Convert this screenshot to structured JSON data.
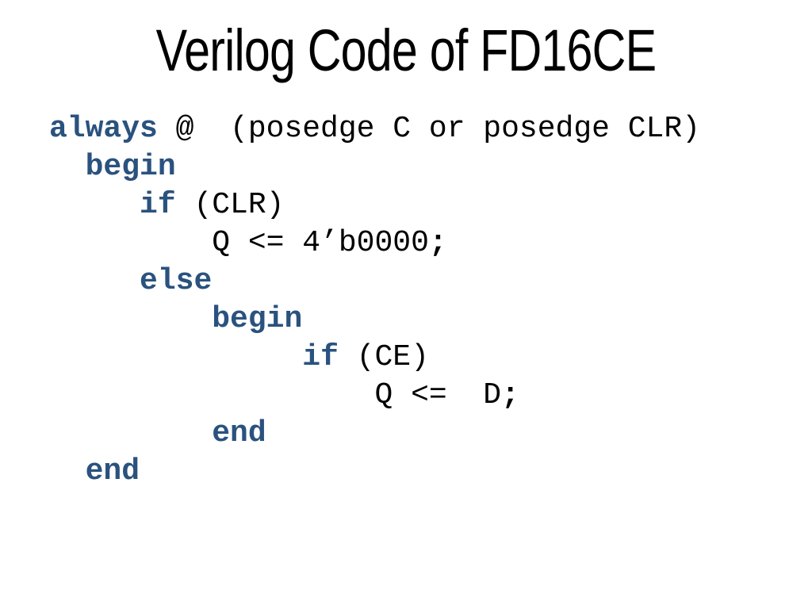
{
  "slide": {
    "title": "Verilog Code of FD16CE",
    "colors": {
      "background": "#FFFFFF",
      "title_text": "#000000",
      "code_text": "#000000",
      "keyword": "#2A527E"
    },
    "code_lines": [
      {
        "segments": [
          {
            "t": "always",
            "s": "keyword"
          },
          {
            "t": " @  (posedge C or posedge CLR)",
            "s": "plain"
          }
        ]
      },
      {
        "segments": [
          {
            "t": "  ",
            "s": "plain"
          },
          {
            "t": "begin",
            "s": "keyword"
          }
        ]
      },
      {
        "segments": [
          {
            "t": "     ",
            "s": "plain"
          },
          {
            "t": "if",
            "s": "keyword"
          },
          {
            "t": " (CLR)",
            "s": "plain"
          }
        ]
      },
      {
        "segments": [
          {
            "t": "         Q <= 4’b0000",
            "s": "plain"
          },
          {
            "t": ";",
            "s": "punct"
          }
        ]
      },
      {
        "segments": [
          {
            "t": "     ",
            "s": "plain"
          },
          {
            "t": "else",
            "s": "keyword"
          }
        ]
      },
      {
        "segments": [
          {
            "t": "         ",
            "s": "plain"
          },
          {
            "t": "begin",
            "s": "keyword"
          }
        ]
      },
      {
        "segments": [
          {
            "t": "              ",
            "s": "plain"
          },
          {
            "t": "if",
            "s": "keyword"
          },
          {
            "t": " (CE)",
            "s": "plain"
          }
        ]
      },
      {
        "segments": [
          {
            "t": "                  Q <=  D",
            "s": "plain"
          },
          {
            "t": ";",
            "s": "punct"
          }
        ]
      },
      {
        "segments": [
          {
            "t": "         ",
            "s": "plain"
          },
          {
            "t": "end",
            "s": "keyword"
          }
        ]
      },
      {
        "segments": [
          {
            "t": "  ",
            "s": "plain"
          },
          {
            "t": "end",
            "s": "keyword"
          }
        ]
      }
    ]
  }
}
